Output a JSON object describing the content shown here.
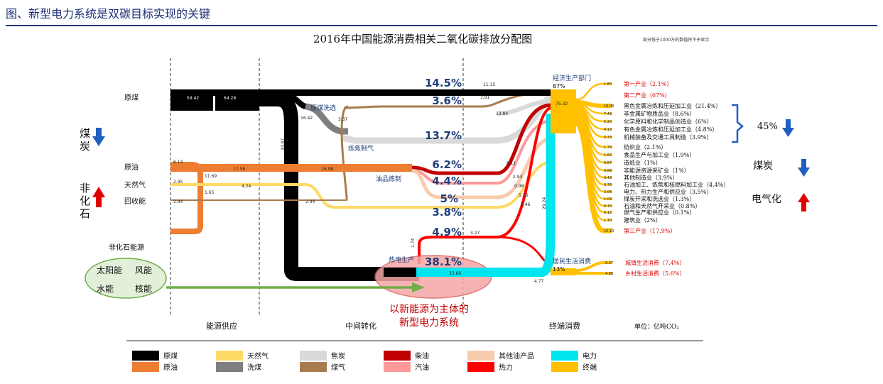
{
  "header": "图、新型电力系统是双碳目标实现的关键",
  "title": "2016年中国能源消费相关二氧化碳排放分配图",
  "note": "部分低于1000万的数值将不予显示",
  "sources": {
    "coal": "原煤",
    "oil": "原油",
    "gas": "天然气",
    "recovered": "回收能",
    "nonfossil": "非化石能源",
    "solar": "太阳能",
    "wind": "风能",
    "hydro": "水能",
    "nuclear": "核能"
  },
  "left_labels": {
    "coal_1": "煤",
    "coal_2": "炭",
    "nf_1": "非",
    "nf_2": "化",
    "nf_3": "石"
  },
  "process": {
    "coal_wash": "原煤洗选",
    "coking": "炼焦制气",
    "refining": "油品炼制",
    "power": "热电生产"
  },
  "percents": {
    "p1": "14.5%",
    "p2": "3.6%",
    "p3": "13.7%",
    "p4": "6.2%",
    "p5": "4.4%",
    "p6": "5%",
    "p7": "3.8%",
    "p8": "4.9%",
    "p9": "38.1%"
  },
  "values": {
    "v59": "59.42",
    "v64": "64.28",
    "v1115": "11.15",
    "v391": "3.91",
    "v1384": "13.84",
    "v1042": "16.42",
    "v337": "3.37",
    "v3387": "33.87",
    "v613": "6.13",
    "v1169": "11.69",
    "v1758": "17.58",
    "v1698": "16.98",
    "v295": "2.95",
    "v424": "4.24",
    "v165": "1.65",
    "v294a": "2.94",
    "v294b": "2.94",
    "v611": "6.11",
    "v293": "2.93",
    "v098": "0.98",
    "v516": "5.16",
    "v346": "3.46",
    "v327": "3.27",
    "v174": "1.74",
    "v3366": "33.66",
    "v2924": "29.24",
    "v477": "4.77",
    "v7532": "75.32"
  },
  "terminal": {
    "econ": "经济生产部门",
    "econ_pct": "87%",
    "res": "居民生活消费",
    "res_pct": "13%"
  },
  "sectors": [
    {
      "value": "1.80",
      "label": "第一产业（2.1%）",
      "red": true
    },
    {
      "value": "",
      "label": "第二产业（67%）",
      "red": true
    },
    {
      "value": "16.08",
      "label": "黑色金属冶炼和压延加工业（21.4%）",
      "red": false
    },
    {
      "value": "7.43",
      "label": "非金属矿物质品业（8.6%）",
      "red": false
    },
    {
      "value": "5.20",
      "label": "化学原料和化学制品创造业（6%）",
      "red": false
    },
    {
      "value": "4.13",
      "label": "有色金属冶炼和压延加工业（4.8%）",
      "red": false
    },
    {
      "value": "3.33",
      "label": "机械装备及交通工具制造（3.9%）",
      "red": false
    },
    {
      "value": "1.79",
      "label": "纺织业（2.1%）",
      "red": false
    },
    {
      "value": "1.62",
      "label": "食品生产与加工业（1.9%）",
      "red": false
    },
    {
      "value": "0.87",
      "label": "造纸业（1%）",
      "red": false
    },
    {
      "value": "0.89",
      "label": "非能源资源采矿业（1%）",
      "red": false
    },
    {
      "value": "3.42",
      "label": "其他制造业（3.9%）",
      "red": false
    },
    {
      "value": "3.76",
      "label": "石油加工、炼焦和核燃料加工业（4.4%）",
      "red": false
    },
    {
      "value": "3.06",
      "label": "电力、热力生产和供应业（3.5%）",
      "red": false
    },
    {
      "value": "1.09",
      "label": "煤炭开采和洗选业（1.3%）",
      "red": false
    },
    {
      "value": "0.70",
      "label": "石油和天然气开采业（0.8%）",
      "red": false
    },
    {
      "value": "0.12",
      "label": "燃气生产和供应业（0.1%）",
      "red": false
    },
    {
      "value": "1.70",
      "label": "建筑业（2%）",
      "red": false
    },
    {
      "value": "15.13",
      "label": "第三产业（17.9%）",
      "red": true
    }
  ],
  "household": [
    {
      "value": "6.37",
      "label": "城镇生活消费（7.4%）"
    },
    {
      "value": "4.88",
      "label": "乡村生活消费（5.6%）"
    }
  ],
  "right_side": {
    "pct45": "45%",
    "coal": "煤炭",
    "electrify": "电气化"
  },
  "new_system_1": "以新能源为主体的",
  "new_system_2": "新型电力系统",
  "stages": {
    "supply": "能源供应",
    "transform": "中间转化",
    "consume": "终端消费"
  },
  "unit": "单位：亿吨CO₂",
  "legend": [
    {
      "label": "原煤",
      "color": "#000000"
    },
    {
      "label": "原油",
      "color": "#ed7d31"
    },
    {
      "label": "天然气",
      "color": "#ffd966"
    },
    {
      "label": "洗煤",
      "color": "#7f7f7f"
    },
    {
      "label": "焦炭",
      "color": "#d9d9d9"
    },
    {
      "label": "煤气",
      "color": "#a97c50"
    },
    {
      "label": "柴油",
      "color": "#c00000"
    },
    {
      "label": "汽油",
      "color": "#ff9999"
    },
    {
      "label": "其他油产品",
      "color": "#f8cbad"
    },
    {
      "label": "热力",
      "color": "#ff0000"
    },
    {
      "label": "电力",
      "color": "#00e5ee"
    },
    {
      "label": "终端",
      "color": "#ffc000"
    }
  ],
  "colors": {
    "coal": "#000000",
    "oil": "#ed7d31",
    "gas": "#ffd966",
    "washed": "#7f7f7f",
    "coke": "#d9d9d9",
    "coalgas": "#a97c50",
    "diesel": "#c00000",
    "gasoline": "#ff9999",
    "otheroil": "#f8cbad",
    "heat": "#ff0000",
    "power": "#00e5ee",
    "terminal": "#ffc000",
    "accent_blue": "#1f5fbf",
    "accent_red": "#e00000",
    "nonfossil": "#70ad47"
  }
}
